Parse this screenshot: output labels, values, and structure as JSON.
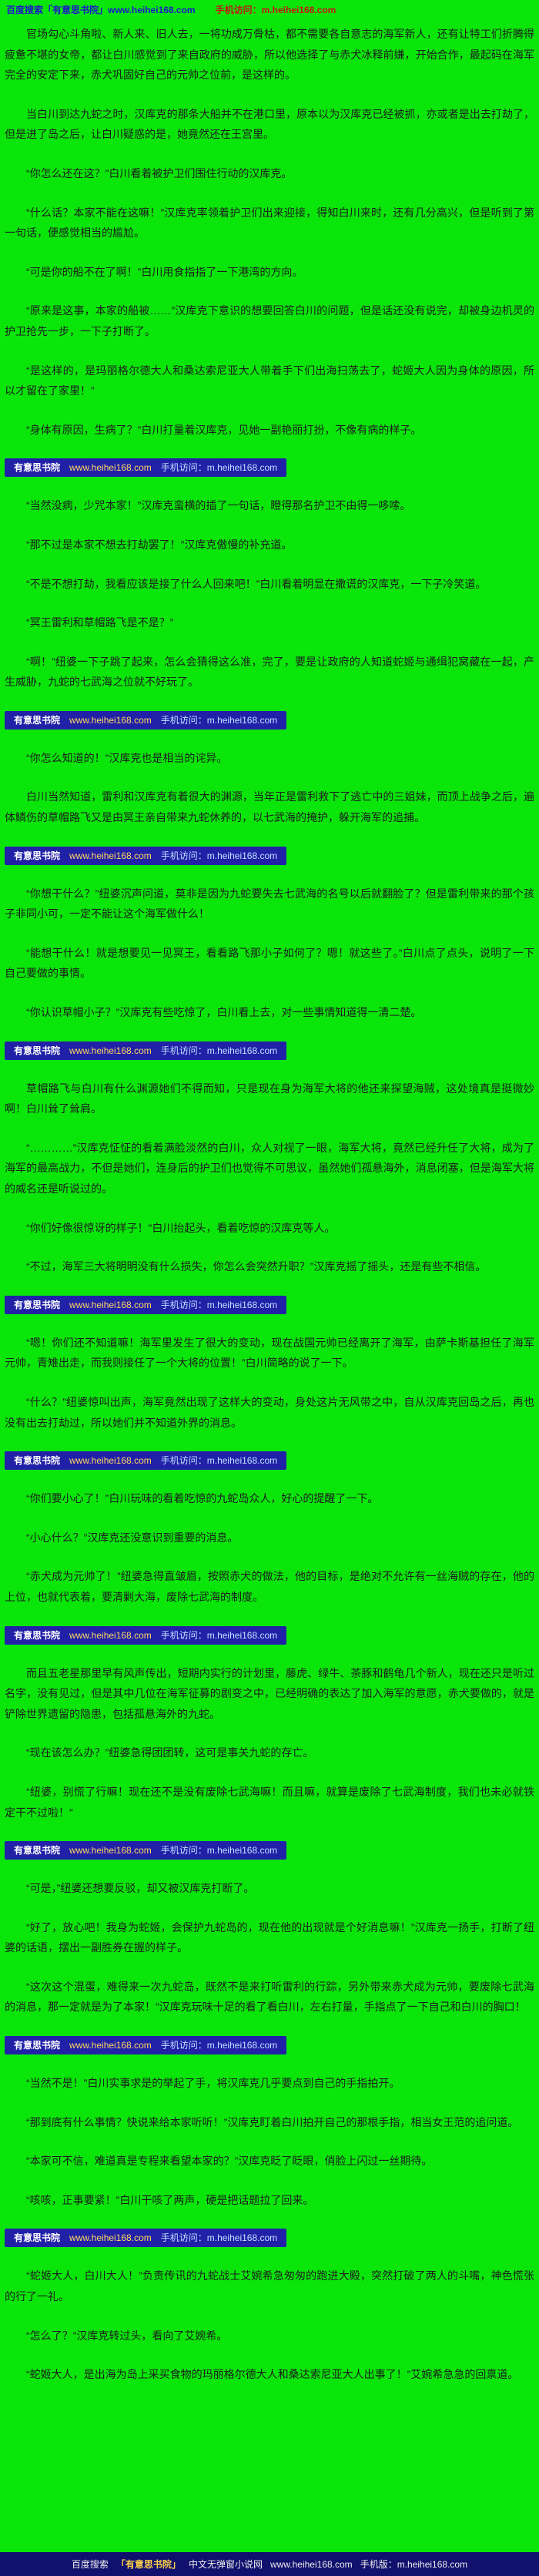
{
  "page": {
    "background": "#0AE60A",
    "text_color": "#1C1C1C"
  },
  "top_watermark": {
    "left": "百度搜索「有意思书院」www.heihei168.com",
    "right": "手机访问：m.heihei168.com"
  },
  "inline_watermark": {
    "site": "有意思书院",
    "url": "www.heihei168.com",
    "mobile": "手机访问：m.heihei168.com"
  },
  "footer": {
    "prefix": "百度搜索",
    "site": "「有意思书院」",
    "middle": "中文无弹窗小说网",
    "url": "www.heihei168.com",
    "mobile": "手机版：m.heihei168.com"
  },
  "content": {
    "blocks": [
      {
        "type": "p",
        "text": "官场勾心斗角啦、新人来、旧人去，一将功成万骨枯，都不需要各自意志的海军新人，还有让特工们折腾得疲惫不堪的女帝，都让白川感觉到了来自政府的威胁，所以他选择了与赤犬冰释前嫌，开始合作，最起码在海军完全的安定下来，赤犬巩固好自己的元帅之位前，是这样的。"
      },
      {
        "type": "p",
        "text": "当白川到达九蛇之时，汉库克的那条大船并不在港口里，原本以为汉库克已经被抓，亦或者是出去打劫了，但是进了岛之后，让白川疑惑的是，她竟然还在王宫里。"
      },
      {
        "type": "p",
        "text": "“你怎么还在这？”白川看着被护卫们围住行动的汉库克。"
      },
      {
        "type": "p",
        "text": "“什么话？本家不能在这嘛！”汉库克率领着护卫们出来迎接，得知白川来时，还有几分高兴，但是听到了第一句话，便感觉相当的尴尬。"
      },
      {
        "type": "p",
        "text": "“可是你的船不在了啊！”白川用食指指了一下港湾的方向。"
      },
      {
        "type": "p",
        "text": "“原来是这事，本家的船被……”汉库克下意识的想要回答白川的问题，但是话还没有说完，却被身边机灵的护卫抢先一步，一下子打断了。"
      },
      {
        "type": "p",
        "text": "“是这样的，是玛丽格尔德大人和桑达索尼亚大人带着手下们出海扫荡去了，蛇姬大人因为身体的原因，所以才留在了家里！”"
      },
      {
        "type": "p",
        "text": "“身体有原因，生病了？”白川打量着汉库克，见她一副艳丽打扮，不像有病的样子。"
      },
      {
        "type": "wm"
      },
      {
        "type": "p",
        "text": "“当然没病，少咒本家！”汉库克蛮横的插了一句话，瞪得那名护卫不由得一哆嗦。"
      },
      {
        "type": "p",
        "text": "“那不过是本家不想去打劫罢了！”汉库克傲慢的补充道。"
      },
      {
        "type": "p",
        "text": "“不是不想打劫，我看应该是接了什么人回来吧！”白川看着明显在撒谎的汉库克，一下子冷笑道。"
      },
      {
        "type": "p",
        "text": "“冥王雷利和草帽路飞是不是？”"
      },
      {
        "type": "p",
        "text": "“啊！”纽婆一下子跳了起来，怎么会猜得这么准，完了，要是让政府的人知道蛇姬与通缉犯窝藏在一起，产生威胁，九蛇的七武海之位就不好玩了。"
      },
      {
        "type": "wm"
      },
      {
        "type": "p",
        "text": "“你怎么知道的！”汉库克也是相当的诧异。"
      },
      {
        "type": "p",
        "text": "白川当然知道，雷利和汉库克有着很大的渊源，当年正是雷利救下了逃亡中的三姐妹，而顶上战争之后，遍体鳞伤的草帽路飞又是由冥王亲自带来九蛇休养的，以七武海的掩护，躲开海军的追捕。"
      },
      {
        "type": "wm"
      },
      {
        "type": "p",
        "text": "“你想干什么？”纽婆沉声问道，莫非是因为九蛇要失去七武海的名号以后就翻脸了？但是雷利带来的那个孩子非同小可，一定不能让这个海军做什么！"
      },
      {
        "type": "p",
        "text": "“能想干什么！就是想要见一见冥王，看看路飞那小子如何了？嗯！就这些了。”白川点了点头，说明了一下自己要做的事情。"
      },
      {
        "type": "p",
        "text": "“你认识草帽小子？”汉库克有些吃惊了，白川看上去，对一些事情知道得一清二楚。"
      },
      {
        "type": "wm"
      },
      {
        "type": "p",
        "text": "草帽路飞与白川有什么渊源她们不得而知，只是现在身为海军大将的他还来探望海贼，这处境真是挺微妙啊！白川耸了耸肩。"
      },
      {
        "type": "p",
        "text": "“…………”汉库克怔怔的看着满脸淡然的白川，众人对视了一眼，海军大将，竟然已经升任了大将，成为了海军的最高战力，不但是她们，连身后的护卫们也觉得不可思议，虽然她们孤悬海外，消息闭塞，但是海军大将的威名还是听说过的。"
      },
      {
        "type": "p",
        "text": "“你们好像很惊讶的样子！”白川抬起头，看着吃惊的汉库克等人。"
      },
      {
        "type": "p",
        "text": "“不过，海军三大将明明没有什么损失，你怎么会突然升职？”汉库克摇了摇头，还是有些不相信。"
      },
      {
        "type": "wm"
      },
      {
        "type": "p",
        "text": "“嗯！你们还不知道嘛！海军里发生了很大的变动，现在战国元帅已经离开了海军，由萨卡斯基担任了海军元帅，青雉出走，而我则接任了一个大将的位置！”白川简略的说了一下。"
      },
      {
        "type": "p",
        "text": "“什么？”纽婆惊叫出声，海军竟然出现了这样大的变动，身处这片无风带之中，自从汉库克回岛之后，再也没有出去打劫过，所以她们并不知道外界的消息。"
      },
      {
        "type": "wm"
      },
      {
        "type": "p",
        "text": "“你们要小心了！”白川玩味的看着吃惊的九蛇岛众人，好心的提醒了一下。"
      },
      {
        "type": "p",
        "text": "“小心什么？”汉库克还没意识到重要的消息。"
      },
      {
        "type": "p",
        "text": "“赤犬成为元帅了！”纽婆急得直皱眉，按照赤犬的做法，他的目标，是绝对不允许有一丝海贼的存在，他的上位，也就代表着，要清剿大海，废除七武海的制度。"
      },
      {
        "type": "wm"
      },
      {
        "type": "p",
        "text": "而且五老星那里早有风声传出，短期内实行的计划里，藤虎、绿牛、茶豚和鹤龟几个新人，现在还只是听过名字，没有见过，但是其中几位在海军征募的剧变之中，已经明确的表达了加入海军的意愿，赤犬要做的，就是铲除世界遗留的隐患，包括孤悬海外的九蛇。"
      },
      {
        "type": "p",
        "text": "“现在该怎么办？”纽婆急得团团转，这可是事关九蛇的存亡。"
      },
      {
        "type": "p",
        "text": "“纽婆，别慌了行嘛！现在还不是没有废除七武海嘛！而且嘛，就算是废除了七武海制度，我们也未必就铁定干不过啦！”"
      },
      {
        "type": "wm"
      },
      {
        "type": "p",
        "text": "“可是，”纽婆还想要反驳，却又被汉库克打断了。"
      },
      {
        "type": "p",
        "text": "“好了，放心吧！我身为蛇姬，会保护九蛇岛的，现在他的出现就是个好消息嘛！”汉库克一扬手，打断了纽婆的话语，摆出一副胜券在握的样子。"
      },
      {
        "type": "p",
        "text": "“这次这个混蛋，难得来一次九蛇岛，既然不是来打听雷利的行踪，另外带来赤犬成为元帅，要废除七武海的消息，那一定就是为了本家！”汉库克玩味十足的看了看白川，左右打量，手指点了一下自己和白川的胸口！"
      },
      {
        "type": "wm"
      },
      {
        "type": "p",
        "text": "“当然不是！”白川实事求是的举起了手，将汉库克几乎要点到自己的手指拍开。"
      },
      {
        "type": "p",
        "text": "“那到底有什么事情？快说来给本家听听！”汉库克盯着白川拍开自己的那根手指，相当女王范的追问道。"
      },
      {
        "type": "p",
        "text": "“本家可不信，难道真是专程来看望本家的？”汉库克眨了眨眼，俏脸上闪过一丝期待。"
      },
      {
        "type": "p",
        "text": "“咳咳，正事要紧！”白川干咳了两声，硬是把话题拉了回来。"
      },
      {
        "type": "wm"
      },
      {
        "type": "p",
        "text": "“蛇姬大人，白川大人！”负责传讯的九蛇战士艾婉希急匆匆的跑进大殿，突然打破了两人的斗嘴，神色慌张的行了一礼。"
      },
      {
        "type": "p",
        "text": "“怎么了？”汉库克转过头，看向了艾婉希。"
      },
      {
        "type": "p",
        "text": "“蛇姬大人，是出海为岛上采买食物的玛丽格尔德大人和桑达索尼亚大人出事了！”艾婉希急急的回禀道。"
      }
    ]
  }
}
